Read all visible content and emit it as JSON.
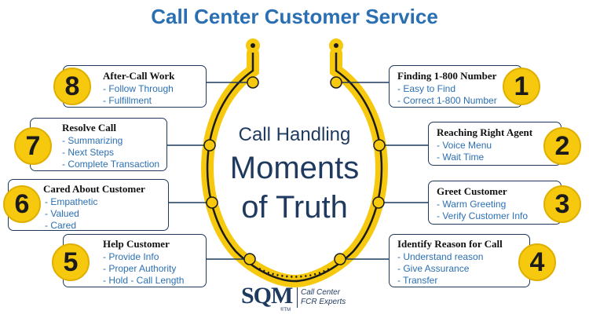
{
  "title": "Call Center Customer Service",
  "center": {
    "line1": "Call Handling",
    "line2": "Moments",
    "line3": "of Truth"
  },
  "steps": [
    {
      "number": "1",
      "heading": "Finding 1-800 Number",
      "items": [
        "- Easy to Find",
        "- Correct 1-800 Number"
      ]
    },
    {
      "number": "2",
      "heading": "Reaching Right Agent",
      "items": [
        "- Voice Menu",
        "- Wait Time"
      ]
    },
    {
      "number": "3",
      "heading": "Greet Customer",
      "items": [
        "- Warm Greeting",
        "- Verify Customer Info"
      ]
    },
    {
      "number": "4",
      "heading": "Identify Reason for Call",
      "items": [
        "- Understand reason",
        "- Give Assurance",
        "- Transfer"
      ]
    },
    {
      "number": "5",
      "heading": "Help Customer",
      "items": [
        "- Provide Info",
        "- Proper Authority",
        "- Hold   - Call Length"
      ]
    },
    {
      "number": "6",
      "heading": "Cared About Customer",
      "items": [
        "- Empathetic",
        "- Valued",
        "- Cared"
      ]
    },
    {
      "number": "7",
      "heading": "Resolve Call",
      "items": [
        "- Summarizing",
        "- Next Steps",
        "- Complete Transaction"
      ]
    },
    {
      "number": "8",
      "heading": "After-Call Work",
      "items": [
        "- Follow Through",
        "- Fulfillment"
      ]
    }
  ],
  "logo": {
    "mark": "SQM",
    "trademark": "®TM",
    "line1": "Call Center",
    "line2": "FCR Experts"
  },
  "colors": {
    "title": "#2b6fb3",
    "accent": "#f6c90e",
    "box_border": "#1f3a5f",
    "list_text": "#2b6fb3"
  }
}
